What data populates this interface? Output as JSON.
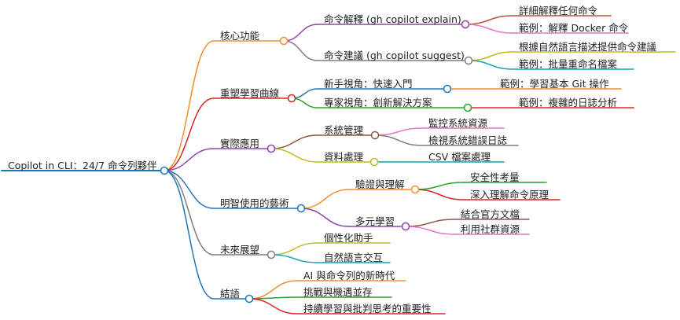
{
  "mindmap": {
    "root": "Copilot in CLI：24/7 命令列夥伴",
    "branches": [
      {
        "label": "核心功能",
        "color": "#f28e2b",
        "children": [
          {
            "label": "命令解釋 (gh copilot explain)",
            "color": "#8e44ad",
            "children": [
              {
                "label": "詳細解釋任何命令",
                "color": "#b5543c"
              },
              {
                "label": "範例：解釋 Docker 命令",
                "color": "#e377c2"
              }
            ]
          },
          {
            "label": "命令建議 (gh copilot suggest)",
            "color": "#7f7f7f",
            "children": [
              {
                "label": "根據自然語言描述提供命令建議",
                "color": "#bcbd22"
              },
              {
                "label": "範例：批量重命名檔案",
                "color": "#17a2b8"
              }
            ]
          }
        ]
      },
      {
        "label": "重塑學習曲線",
        "color": "#d62728",
        "children": [
          {
            "label": "新手視角：快速入門",
            "color": "#1f77b4",
            "children": [
              {
                "label": "範例：學習基本 Git 操作",
                "color": "#f28e2b"
              }
            ]
          },
          {
            "label": "專家視角：創新解決方案",
            "color": "#2ca02c",
            "children": [
              {
                "label": "範例：複雜的日誌分析",
                "color": "#d62728"
              }
            ]
          }
        ]
      },
      {
        "label": "實際應用",
        "color": "#8e44ad",
        "children": [
          {
            "label": "系統管理",
            "color": "#8c564b",
            "children": [
              {
                "label": "監控系統資源",
                "color": "#e377c2"
              },
              {
                "label": "檢視系統錯誤日誌",
                "color": "#7f7f7f"
              }
            ]
          },
          {
            "label": "資料處理",
            "color": "#bcbd22",
            "children": [
              {
                "label": "CSV 檔案處理",
                "color": "#17a2b8"
              }
            ]
          }
        ]
      },
      {
        "label": "明智使用的藝術",
        "color": "#1f77b4",
        "children": [
          {
            "label": "驗證與理解",
            "color": "#f28e2b",
            "children": [
              {
                "label": "安全性考量",
                "color": "#2ca02c"
              },
              {
                "label": "深入理解命令原理",
                "color": "#d62728"
              }
            ]
          },
          {
            "label": "多元學習",
            "color": "#8e44ad",
            "children": [
              {
                "label": "結合官方文檔",
                "color": "#8c564b"
              },
              {
                "label": "利用社群資源",
                "color": "#e377c2"
              }
            ]
          }
        ]
      },
      {
        "label": "未來展望",
        "color": "#7f7f7f",
        "children": [
          {
            "label": "個性化助手",
            "color": "#bcbd22"
          },
          {
            "label": "自然語言交互",
            "color": "#17a2b8"
          }
        ]
      },
      {
        "label": "結語",
        "color": "#1f77b4",
        "children": [
          {
            "label": "AI 與命令列的新時代",
            "color": "#f28e2b"
          },
          {
            "label": "挑戰與機遇並存",
            "color": "#2ca02c"
          },
          {
            "label": "持續學習與批判思考的重要性",
            "color": "#d62728"
          }
        ]
      }
    ]
  }
}
